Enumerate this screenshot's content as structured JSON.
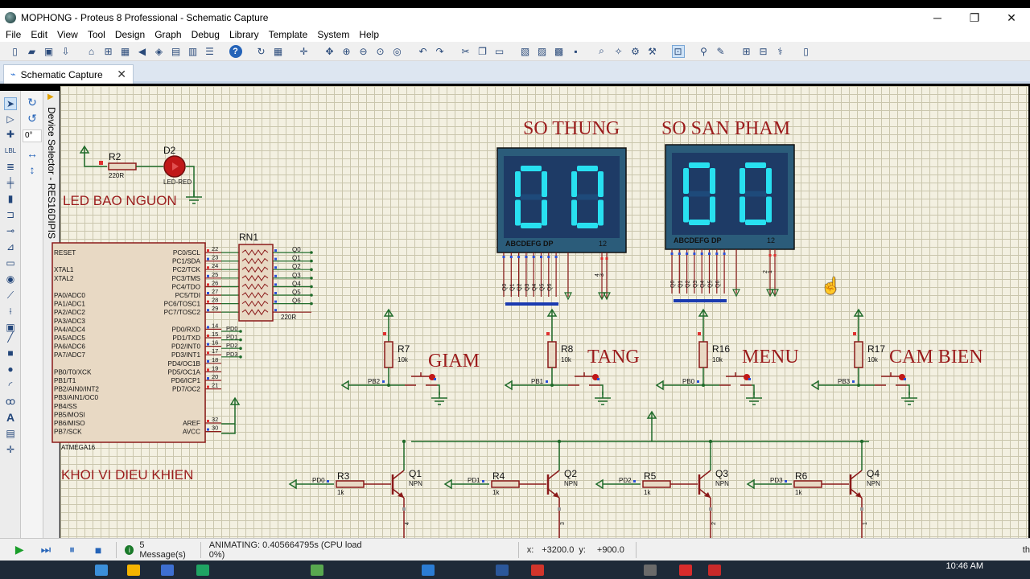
{
  "window": {
    "title": "MOPHONG - Proteus 8 Professional - Schematic Capture",
    "minimize": "─",
    "restore": "❐",
    "close": "✕"
  },
  "menu": [
    "File",
    "Edit",
    "View",
    "Tool",
    "Design",
    "Graph",
    "Debug",
    "Library",
    "Template",
    "System",
    "Help"
  ],
  "toolbar_icons": [
    "new-file-icon",
    "open-folder-icon",
    "save-icon",
    "import-icon",
    "home-icon",
    "schematic-icon",
    "pcb-icon",
    "gerber-icon",
    "3d-icon",
    "bom-icon",
    "notes-icon",
    "design-explorer-icon",
    "help-icon",
    "refresh-icon",
    "grid-icon",
    "origin-icon",
    "pan-icon",
    "zoom-in-icon",
    "zoom-out-icon",
    "zoom-all-icon",
    "zoom-area-icon",
    "undo-icon",
    "redo-icon",
    "cut-icon",
    "copy-icon",
    "paste-icon",
    "block-copy-icon",
    "block-move-icon",
    "block-rotate-icon",
    "block-delete-icon",
    "pick-device-icon",
    "make-device-icon",
    "packaging-icon",
    "decompose-icon",
    "wire-autorouter-icon",
    "search-icon",
    "property-tool-icon",
    "new-sheet-icon",
    "delete-sheet-icon",
    "netlist-icon",
    "design-rule-icon"
  ],
  "tab": {
    "label": "Schematic Capture",
    "close": "✕"
  },
  "left_tools": [
    "selection-mode-icon",
    "component-mode-icon",
    "junction-icon",
    "wire-label-icon",
    "text-script-icon",
    "bus-icon",
    "subcircuit-icon",
    "terminal-icon",
    "pin-icon",
    "graph-icon",
    "tape-icon",
    "generator-icon",
    "voltage-probe-icon",
    "current-probe-icon",
    "virtual-instrument-icon",
    "line-icon",
    "box-icon",
    "circle-icon",
    "arc-icon",
    "path-icon",
    "text-icon",
    "symbol-icon",
    "marker-icon"
  ],
  "rotation": {
    "angle": "0°"
  },
  "device_selector": {
    "label": "Device Selector - RES16DIPIS"
  },
  "schematic": {
    "labels": {
      "so_thung": "SO THUNG",
      "so_san_pham": "SO SAN PHAM",
      "led_bao_nguon": "LED BAO NGUON",
      "khoi_vi_dieu_khien": "KHOI VI DIEU KHIEN",
      "giam": "GIAM",
      "tang": "TANG",
      "menu": "MENU",
      "cam_bien": "CAM BIEN"
    },
    "displays": [
      {
        "digits": "00",
        "pins": "ABCDEFG DP",
        "com": "12"
      },
      {
        "digits": "00",
        "pins": "ABCDEFG DP",
        "com": "12"
      }
    ],
    "r2": {
      "ref": "R2",
      "value": "220R"
    },
    "d2": {
      "ref": "D2",
      "value": "LED-RED"
    },
    "rn1": {
      "ref": "RN1",
      "value": "220R",
      "outputs": [
        "Q0",
        "Q1",
        "Q2",
        "Q3",
        "Q4",
        "Q5",
        "Q6"
      ]
    },
    "mcu": {
      "left_pins": [
        "RESET",
        "",
        "XTAL1",
        "XTAL2",
        "",
        "PA0/ADC0",
        "PA1/ADC1",
        "PA2/ADC2",
        "PA3/ADC3",
        "PA4/ADC4",
        "PA5/ADC5",
        "PA6/ADC6",
        "PA7/ADC7",
        "",
        "PB0/T0/XCK",
        "PB1/T1",
        "PB2/AIN0/INT2",
        "PB3/AIN1/OC0",
        "PB4/SS",
        "PB5/MOSI",
        "PB6/MISO",
        "PB7/SCK"
      ],
      "right_pins": [
        "PC0/SCL",
        "PC1/SDA",
        "PC2/TCK",
        "PC3/TMS",
        "PC4/TDO",
        "PC5/TDI",
        "PC6/TOSC1",
        "PC7/TOSC2",
        "",
        "PD0/RXD",
        "PD1/TXD",
        "PD2/INT0",
        "PD3/INT1",
        "PD4/OC1B",
        "PD5/OC1A",
        "PD6/ICP1",
        "PD7/OC2",
        "",
        "",
        "",
        "AREF",
        "AVCC"
      ],
      "part": "ATMEGA16",
      "pin_numbers_right": [
        "22",
        "23",
        "24",
        "25",
        "26",
        "27",
        "28",
        "29",
        "",
        "14",
        "15",
        "16",
        "17",
        "18",
        "19",
        "20",
        "21",
        "",
        "",
        "",
        "32",
        "30"
      ],
      "d_labels": [
        "PD0",
        "PD1",
        "PD2",
        "PD3"
      ]
    },
    "buttons": [
      {
        "ref": "R7",
        "value": "10k",
        "net": "PB2"
      },
      {
        "ref": "R8",
        "value": "10k",
        "net": "PB1"
      },
      {
        "ref": "R16",
        "value": "10k",
        "net": "PB0"
      },
      {
        "ref": "R17",
        "value": "10k",
        "net": "PB3"
      }
    ],
    "transistors": [
      {
        "r": "R3",
        "rv": "1k",
        "q": "Q1",
        "type": "NPN",
        "net": "PD0"
      },
      {
        "r": "R4",
        "rv": "1k",
        "q": "Q2",
        "type": "NPN",
        "net": "PD1"
      },
      {
        "r": "R5",
        "rv": "1k",
        "q": "Q3",
        "type": "NPN",
        "net": "PD2"
      },
      {
        "r": "R6",
        "rv": "1k",
        "q": "Q4",
        "type": "NPN",
        "net": "PD3"
      }
    ],
    "bus_labels": [
      "Q0",
      "Q1",
      "Q2",
      "Q3",
      "Q4",
      "Q5",
      "Q6"
    ],
    "com_labels": [
      "4",
      "3",
      "2",
      "1"
    ]
  },
  "status": {
    "messages": "5 Message(s)",
    "animating": "ANIMATING: 0.405664795s (CPU load 0%)",
    "x_label": "x:",
    "x_value": "+3200.0",
    "y_label": "y:",
    "y_value": "+900.0",
    "th": "th"
  },
  "taskbar": {
    "time": "10:46 AM"
  },
  "colors": {
    "grid_bg": "#f3f0e1",
    "wire": "#1f6b2a",
    "component": "#8b1a1a",
    "seg_on": "#28e0f0",
    "display_bg": "#1e3b66",
    "title_red": "#9b1c1c"
  }
}
